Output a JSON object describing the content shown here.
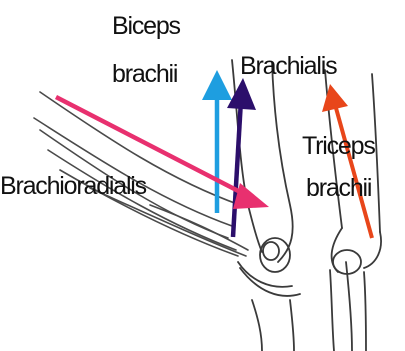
{
  "labels": {
    "biceps_line1": "Biceps",
    "biceps_line2": "brachii",
    "brachialis": "Brachialis",
    "triceps_line1": "Triceps",
    "triceps_line2": "brachii",
    "brachioradialis": "Brachioradialis"
  },
  "arrows": [
    {
      "muscle": "Biceps brachii",
      "color": "#1e9ee0"
    },
    {
      "muscle": "Brachialis",
      "color": "#2c0f6b"
    },
    {
      "muscle": "Triceps brachii",
      "color": "#e8461a"
    },
    {
      "muscle": "Brachioradialis",
      "color": "#e8306f"
    }
  ]
}
